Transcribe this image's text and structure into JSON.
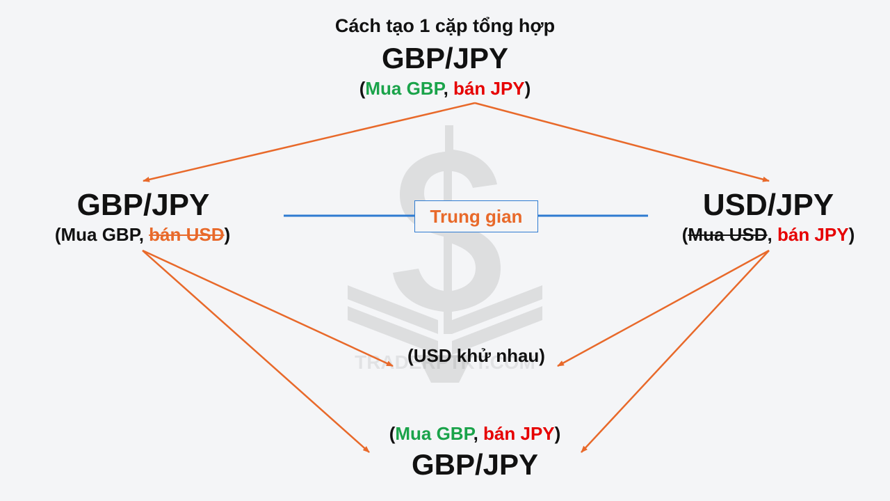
{
  "title": "Cách tạo 1 cặp tổng hợp",
  "top": {
    "pair": "GBP/JPY",
    "sub": {
      "open": "(",
      "buy": "Mua GBP",
      "sep": ", ",
      "sell": "bán JPY",
      "close": ")"
    }
  },
  "left": {
    "pair": "GBP/JPY",
    "sub": {
      "open": "(",
      "buy": "Mua GBP, ",
      "sell": "bán USD",
      "close": ")"
    }
  },
  "right": {
    "pair": "USD/JPY",
    "sub": {
      "open": "(",
      "buy": "Mua USD",
      "sep": ", ",
      "sell": "bán JPY",
      "close": ")"
    }
  },
  "middle_label": "Trung gian",
  "cancel_note": "(USD khử nhau)",
  "bottom": {
    "pair": "GBP/JPY",
    "sub": {
      "open": "(",
      "buy": "Mua GBP",
      "sep": ", ",
      "sell": "bán JPY",
      "close": ")"
    }
  },
  "watermark_text": "TRADERPTKT.COM",
  "colors": {
    "buy": "#1aa34a",
    "sell": "#e60000",
    "accent": "#e8692a",
    "connector": "#2e7bd1",
    "arrow": "#e8692a"
  }
}
